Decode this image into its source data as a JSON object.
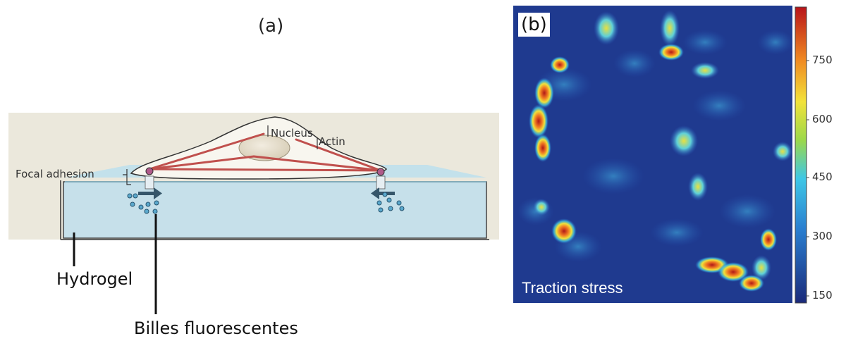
{
  "panel_a": {
    "label": "(a)",
    "labels": {
      "nucleus": "Nucleus",
      "actin": "Actin",
      "focal_adhesion": "Focal adhesion",
      "hydrogel": "Hydrogel",
      "billes": "Billes fluorescentes"
    }
  },
  "panel_b": {
    "label": "(b)",
    "caption": "Traction stress",
    "colorbar_ticks": [
      "750",
      "600",
      "450",
      "300",
      "150"
    ]
  },
  "colors": {
    "background_panel": "#ebe8dc",
    "hydrogel": "#c6e0ea",
    "actin": "#c0504d",
    "heatmap_bg": "#1f3a8f"
  }
}
